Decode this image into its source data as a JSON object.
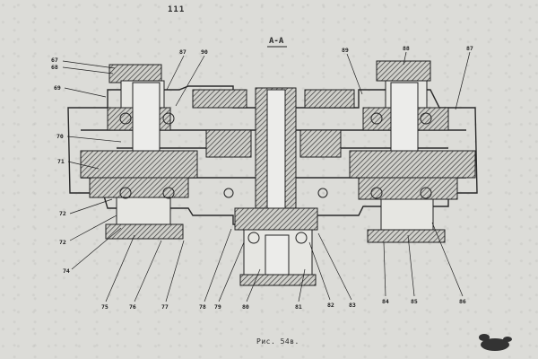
{
  "page_number": "111",
  "section_label": "А-А",
  "caption": "Рис. 54в.",
  "callouts": [
    {
      "id": "67",
      "text": "67"
    },
    {
      "id": "68",
      "text": "68"
    },
    {
      "id": "69",
      "text": "69"
    },
    {
      "id": "70",
      "text": "70"
    },
    {
      "id": "71",
      "text": "71"
    },
    {
      "id": "72a",
      "text": "72"
    },
    {
      "id": "72b",
      "text": "72"
    },
    {
      "id": "74",
      "text": "74"
    },
    {
      "id": "75",
      "text": "75"
    },
    {
      "id": "76",
      "text": "76"
    },
    {
      "id": "77",
      "text": "77"
    },
    {
      "id": "78",
      "text": "78"
    },
    {
      "id": "79",
      "text": "79"
    },
    {
      "id": "80",
      "text": "80"
    },
    {
      "id": "81",
      "text": "81"
    },
    {
      "id": "82",
      "text": "82"
    },
    {
      "id": "83",
      "text": "83"
    },
    {
      "id": "84",
      "text": "84"
    },
    {
      "id": "85",
      "text": "85"
    },
    {
      "id": "86",
      "text": "86"
    },
    {
      "id": "87a",
      "text": "87"
    },
    {
      "id": "87b",
      "text": "87"
    },
    {
      "id": "88",
      "text": "88"
    },
    {
      "id": "89",
      "text": "89"
    },
    {
      "id": "90",
      "text": "90"
    }
  ],
  "colors": {
    "ink": "#2a2a2a",
    "hatch": "#555555",
    "paper": "#dcdcd8"
  }
}
